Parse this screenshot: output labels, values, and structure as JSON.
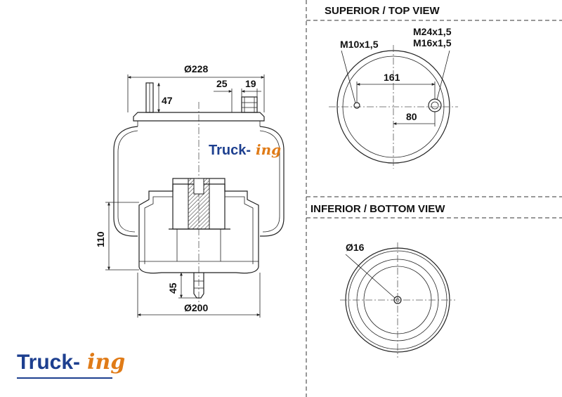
{
  "views": {
    "top_title": "SUPERIOR / TOP VIEW",
    "bottom_title": "INFERIOR / BOTTOM VIEW"
  },
  "side_view": {
    "overall_diameter": "Ø228",
    "stud_height": "47",
    "fitting_offset": "25",
    "fitting_width": "19",
    "body_height": "110",
    "pin_length": "45",
    "piston_diameter": "Ø200"
  },
  "top_view": {
    "thread_small": "M10x1,5",
    "thread_large_1": "M24x1,5",
    "thread_large_2": "M16x1,5",
    "bolt_spacing": "161",
    "fitting_offset": "80"
  },
  "bottom_view": {
    "hole_diameter": "Ø16"
  },
  "brand": {
    "name_main": "Truck-",
    "name_suffix": "ing",
    "primary_color": "#1d3f8f",
    "accent_color": "#e07b17"
  }
}
